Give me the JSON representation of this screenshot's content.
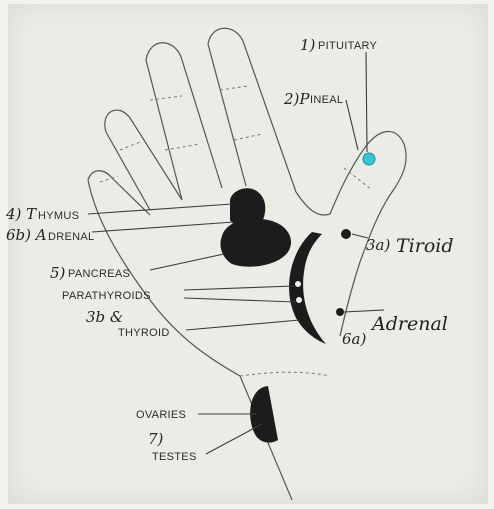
{
  "labels": {
    "pituitary": "PITUITARY",
    "pituitary_num": "1)",
    "pineal": "INEAL",
    "pineal_num": "2)P",
    "thyroid_3a": "Tiroid",
    "thyroid_3a_num": "3a)",
    "thymus": "HYMUS",
    "thymus_num": "4) T",
    "adrenal_6b": "DRENAL",
    "adrenal_6b_num": "6b) A",
    "pancreas": "PANCREAS",
    "pancreas_num": "5)",
    "parathyroids": "PARATHYROIDS",
    "thyroid_3b": "THYROID",
    "thyroid_3b_num": "3b &",
    "adrenal_6a": "Adrenal",
    "adrenal_6a_num": "6a)",
    "ovaries": "OVARIES",
    "testes": "TESTES",
    "gonads_num": "7)"
  },
  "colors": {
    "ink": "#1c1c1c",
    "pituitary_marker": "#36c6d6",
    "paper": "#ecece6"
  }
}
